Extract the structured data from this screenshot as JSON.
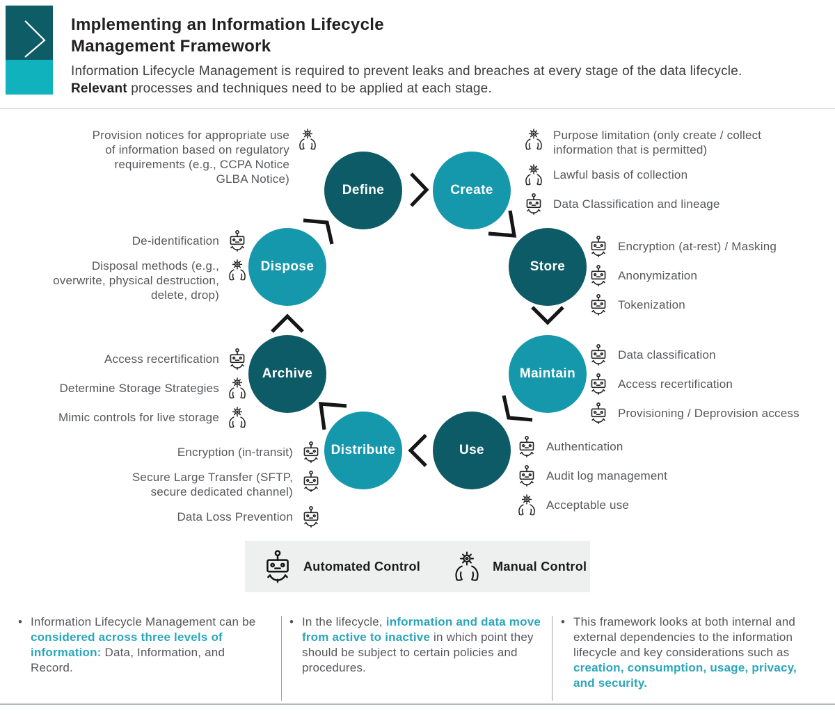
{
  "header": {
    "title": "Implementing an Information Lifecycle Management Framework",
    "subtitle_pre": "Information Lifecycle Management is required to prevent leaks and breaches at every stage of the data lifecycle. ",
    "subtitle_bold": "Relevant",
    "subtitle_post": " processes and techniques need to be applied at each stage.",
    "chevron_icon": "chevron-right-icon"
  },
  "colors": {
    "dark_teal": "#0d5b66",
    "light_teal": "#1597ac",
    "bright_teal": "#10b2bd",
    "accent_text": "#2aa6bb",
    "body_gray": "#57585b"
  },
  "cycle": {
    "stages": [
      {
        "label": "Define",
        "tone": "dark"
      },
      {
        "label": "Create",
        "tone": "light"
      },
      {
        "label": "Store",
        "tone": "dark"
      },
      {
        "label": "Maintain",
        "tone": "light"
      },
      {
        "label": "Use",
        "tone": "dark"
      },
      {
        "label": "Distribute",
        "tone": "light"
      },
      {
        "label": "Archive",
        "tone": "dark"
      },
      {
        "label": "Dispose",
        "tone": "light"
      }
    ]
  },
  "notes": {
    "define": [
      {
        "text": "Provision notices for appropriate use of information based on regulatory requirements (e.g., CCPA Notice GLBA Notice)",
        "control": "manual"
      }
    ],
    "create": [
      {
        "text": "Purpose limitation (only create / collect information that is permitted)",
        "control": "manual"
      },
      {
        "text": "Lawful basis of collection",
        "control": "manual"
      },
      {
        "text": "Data Classification and lineage",
        "control": "automated"
      }
    ],
    "store": [
      {
        "text": "Encryption (at-rest) / Masking",
        "control": "automated"
      },
      {
        "text": "Anonymization",
        "control": "automated"
      },
      {
        "text": "Tokenization",
        "control": "automated"
      }
    ],
    "maintain": [
      {
        "text": "Data classification",
        "control": "automated"
      },
      {
        "text": "Access recertification",
        "control": "automated"
      },
      {
        "text": "Provisioning / Deprovision access",
        "control": "automated"
      }
    ],
    "use": [
      {
        "text": "Authentication",
        "control": "automated"
      },
      {
        "text": "Audit log management",
        "control": "automated"
      },
      {
        "text": "Acceptable use",
        "control": "manual"
      }
    ],
    "distribute": [
      {
        "text": "Encryption (in-transit)",
        "control": "automated"
      },
      {
        "text": "Secure Large Transfer (SFTP, secure dedicated channel)",
        "control": "automated"
      },
      {
        "text": "Data Loss Prevention",
        "control": "automated"
      }
    ],
    "archive": [
      {
        "text": "Access recertification",
        "control": "automated"
      },
      {
        "text": "Determine Storage Strategies",
        "control": "manual"
      },
      {
        "text": "Mimic controls for live storage",
        "control": "manual"
      }
    ],
    "dispose": [
      {
        "text": "De-identification",
        "control": "automated"
      },
      {
        "text": "Disposal methods (e.g., overwrite, physical destruction, delete, drop)",
        "control": "manual"
      }
    ]
  },
  "legend": {
    "automated_label": "Automated Control",
    "automated_icon": "robot-head-icon",
    "manual_label": "Manual Control",
    "manual_icon": "hands-holding-gear-icon"
  },
  "footnotes": [
    {
      "pre": "Information Lifecycle Management can be ",
      "highlight": "considered across three levels of information:",
      "post": " Data, Information, and Record."
    },
    {
      "pre": "In the lifecycle, ",
      "highlight": "information and data move from active to inactive",
      "post": " in which point they should be subject to certain policies and procedures."
    },
    {
      "pre": "This framework looks at both internal and external dependencies to the information lifecycle and key considerations such as ",
      "highlight": "creation, consumption, usage, privacy, and security.",
      "post": ""
    }
  ]
}
